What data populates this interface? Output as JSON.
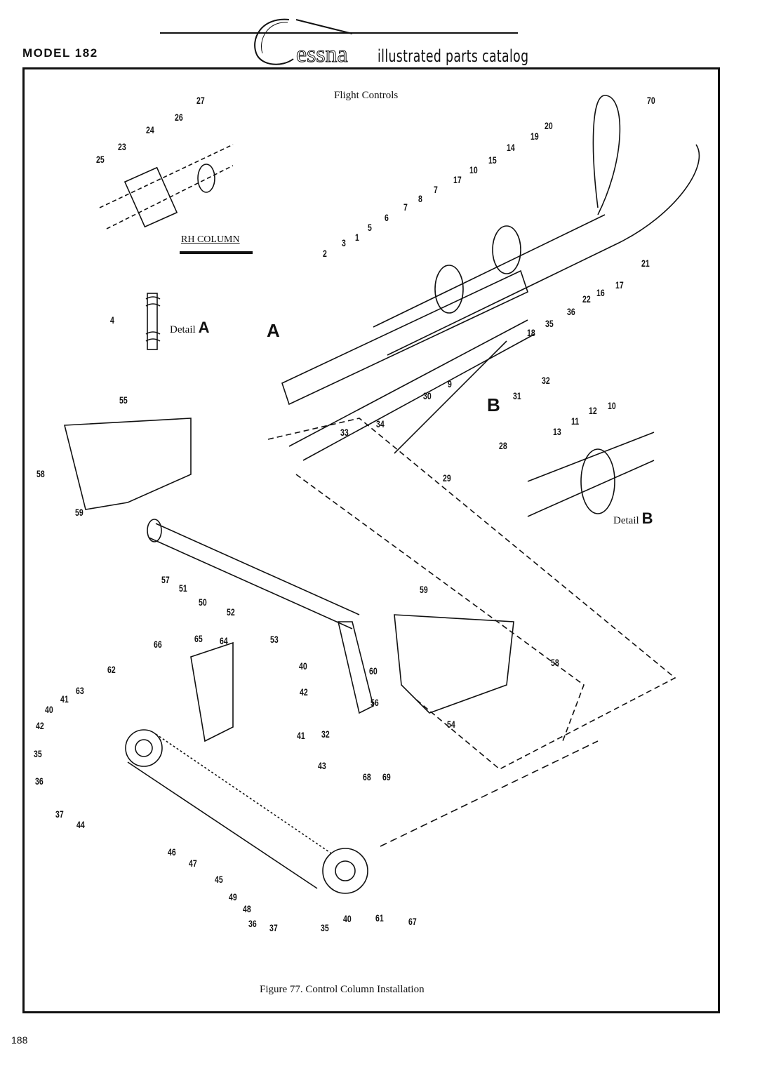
{
  "header": {
    "model": "MODEL 182",
    "brand": "Cessna",
    "catalog_title": "illustrated parts catalog"
  },
  "section_title": "Flight Controls",
  "rh_column_label": "RH COLUMN",
  "detail_a": {
    "text": "Detail",
    "letter": "A"
  },
  "detail_b": {
    "text": "Detail",
    "letter": "B"
  },
  "view_letters": {
    "a": "A",
    "b": "B"
  },
  "callouts": [
    "27",
    "26",
    "24",
    "23",
    "25",
    "70",
    "20",
    "19",
    "14",
    "15",
    "10",
    "17",
    "7",
    "8",
    "7",
    "6",
    "5",
    "1",
    "3",
    "2",
    "21",
    "17",
    "16",
    "22",
    "36",
    "35",
    "18",
    "4",
    "32",
    "31",
    "30",
    "9",
    "33",
    "34",
    "28",
    "29",
    "10",
    "12",
    "11",
    "13",
    "55",
    "58",
    "59",
    "57",
    "51",
    "50",
    "52",
    "53",
    "59",
    "60",
    "56",
    "54",
    "58",
    "66",
    "65",
    "64",
    "40",
    "42",
    "41",
    "32",
    "62",
    "63",
    "41",
    "40",
    "42",
    "35",
    "36",
    "37",
    "44",
    "43",
    "68",
    "69",
    "46",
    "47",
    "45",
    "49",
    "48",
    "36",
    "37",
    "35",
    "40",
    "61",
    "67"
  ],
  "caption": "Figure 77.  Control Column Installation",
  "page_number": "188"
}
